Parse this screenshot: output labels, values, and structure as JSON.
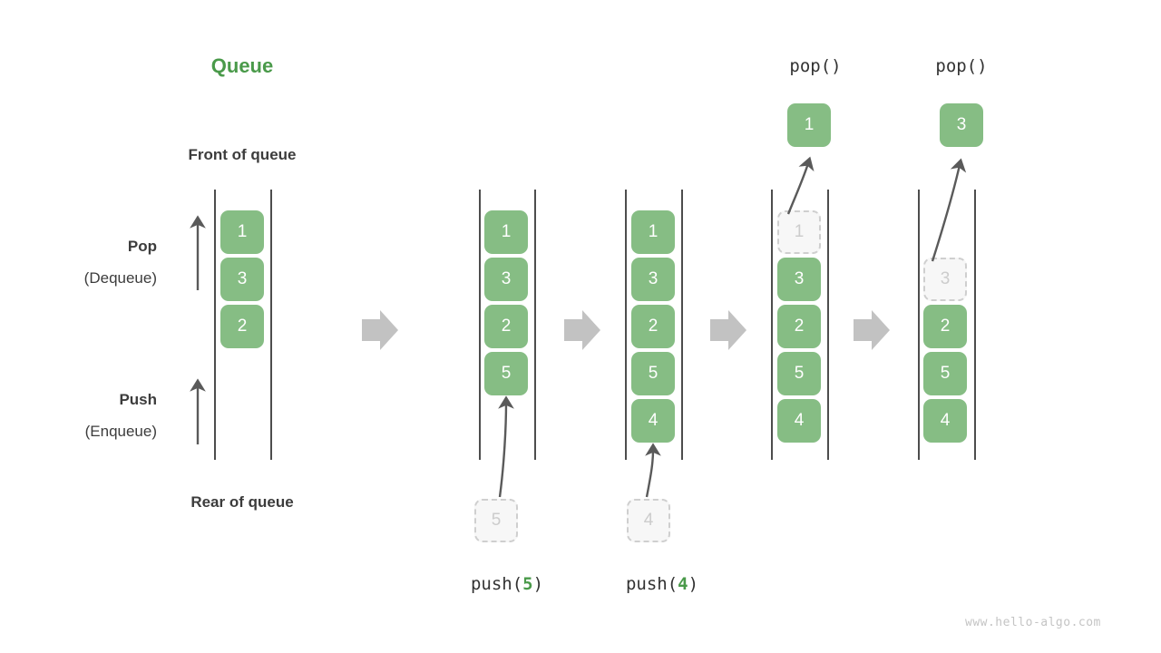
{
  "diagram": {
    "title": "Queue",
    "title_color": "#4a9a4a",
    "accent_green": "#86bd84",
    "ghost_gray": "#cccccc",
    "arrow_gray": "#c2c2c2",
    "watermark": "www.hello-algo.com",
    "labels": {
      "front_of_queue": "Front of queue",
      "rear_of_queue": "Rear of queue",
      "pop_main": "Pop",
      "pop_sub": "(Dequeue)",
      "push_main": "Push",
      "push_sub": "(Enqueue)"
    },
    "steps": [
      {
        "id": "initial",
        "caption": "",
        "caption_prefix": "",
        "caption_arg": "",
        "caption_suffix": "",
        "top_label": "",
        "cells": [
          "1",
          "3",
          "2"
        ],
        "ghost_index": -1,
        "incoming": "",
        "outgoing": ""
      },
      {
        "id": "push-5",
        "caption_prefix": "push(",
        "caption_arg": "5",
        "caption_suffix": ")",
        "top_label": "",
        "cells": [
          "1",
          "3",
          "2",
          "5"
        ],
        "ghost_index": -1,
        "incoming": "5",
        "outgoing": ""
      },
      {
        "id": "push-4",
        "caption_prefix": "push(",
        "caption_arg": "4",
        "caption_suffix": ")",
        "top_label": "",
        "cells": [
          "1",
          "3",
          "2",
          "5",
          "4"
        ],
        "ghost_index": -1,
        "incoming": "4",
        "outgoing": ""
      },
      {
        "id": "pop-1",
        "caption_prefix": "",
        "caption_arg": "",
        "caption_suffix": "",
        "top_label": "pop()",
        "cells": [
          "1",
          "3",
          "2",
          "5",
          "4"
        ],
        "ghost_index": 0,
        "incoming": "",
        "outgoing": "1"
      },
      {
        "id": "pop-3",
        "caption_prefix": "",
        "caption_arg": "",
        "caption_suffix": "",
        "top_label": "pop()",
        "cells": [
          "3",
          "2",
          "5",
          "4"
        ],
        "ghost_index": 0,
        "incoming": "",
        "outgoing": "3"
      }
    ]
  }
}
